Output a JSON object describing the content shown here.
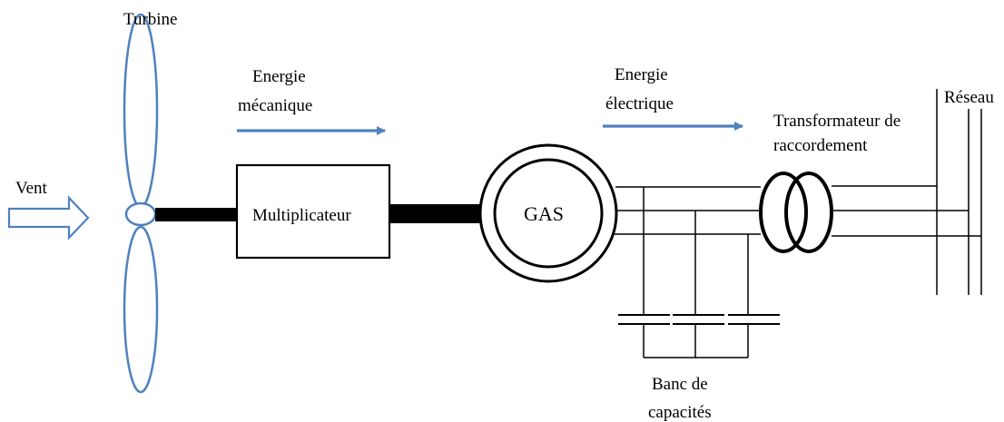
{
  "labels": {
    "turbine": "Turbine",
    "vent": "Vent",
    "energie_mecanique_line1": "Energie",
    "energie_mecanique_line2": "mécanique",
    "multiplicateur": "Multiplicateur",
    "gas": "GAS",
    "energie_electrique_line1": "Energie",
    "energie_electrique_line2": "électrique",
    "transformateur_line1": "Transformateur de",
    "transformateur_line2": "raccordement",
    "reseau": "Réseau",
    "banc_line1": "Banc de",
    "banc_line2": "capacités"
  },
  "colors": {
    "accent_blue": "#4f81bd",
    "line": "#000000"
  }
}
